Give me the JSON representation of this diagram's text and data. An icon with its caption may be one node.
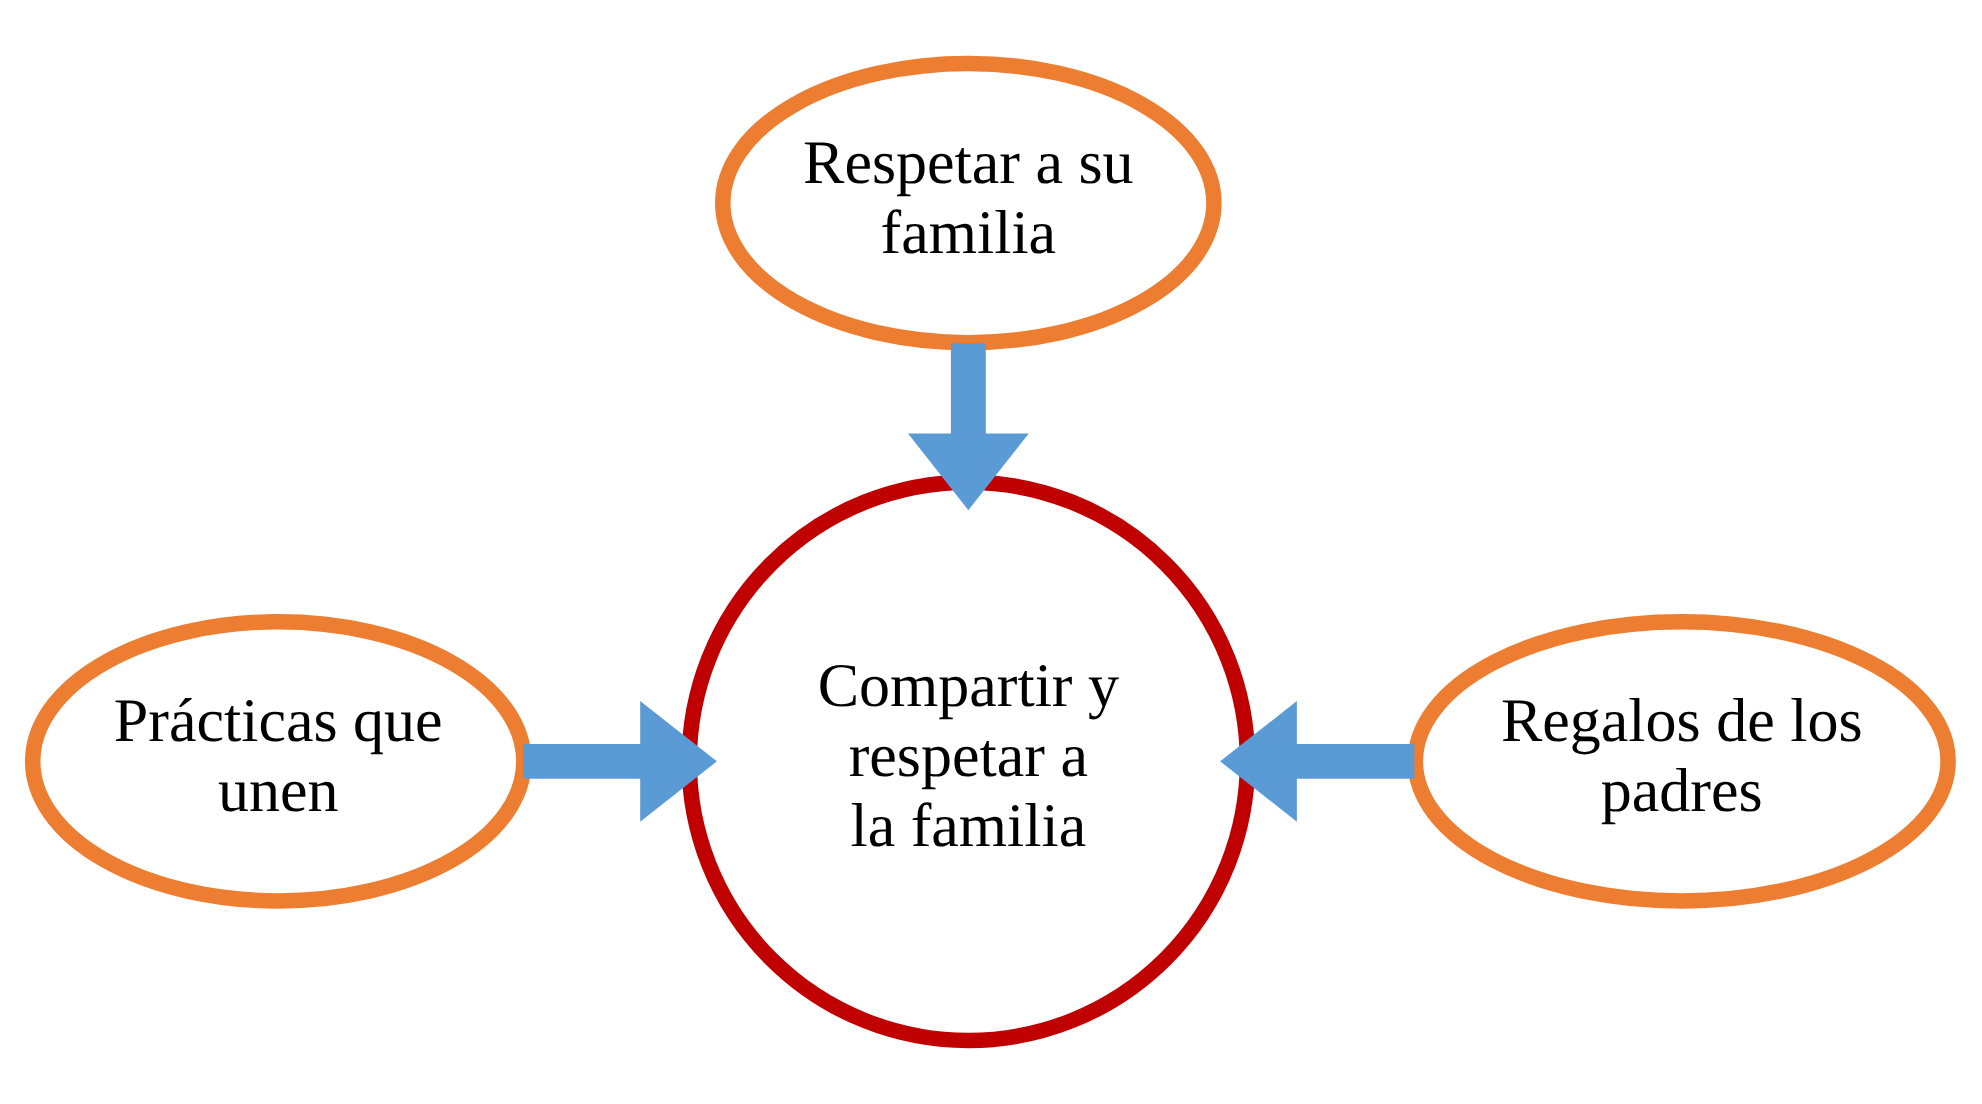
{
  "diagram": {
    "nodes": [
      {
        "text": [
          "Respetar a su familia"
        ]
      },
      {
        "text": [
          "Prácticas que unen"
        ]
      },
      {
        "text": [
          "Regalos de los padres"
        ]
      },
      {
        "text": [
          "Compartir y respetar a la familia"
        ]
      }
    ],
    "edges": [
      {
        "from": 0,
        "to": 3,
        "arrow": "to"
      },
      {
        "from": 1,
        "to": 3,
        "arrow": "to"
      },
      {
        "from": 2,
        "to": 3,
        "arrow": "to"
      }
    ]
  }
}
